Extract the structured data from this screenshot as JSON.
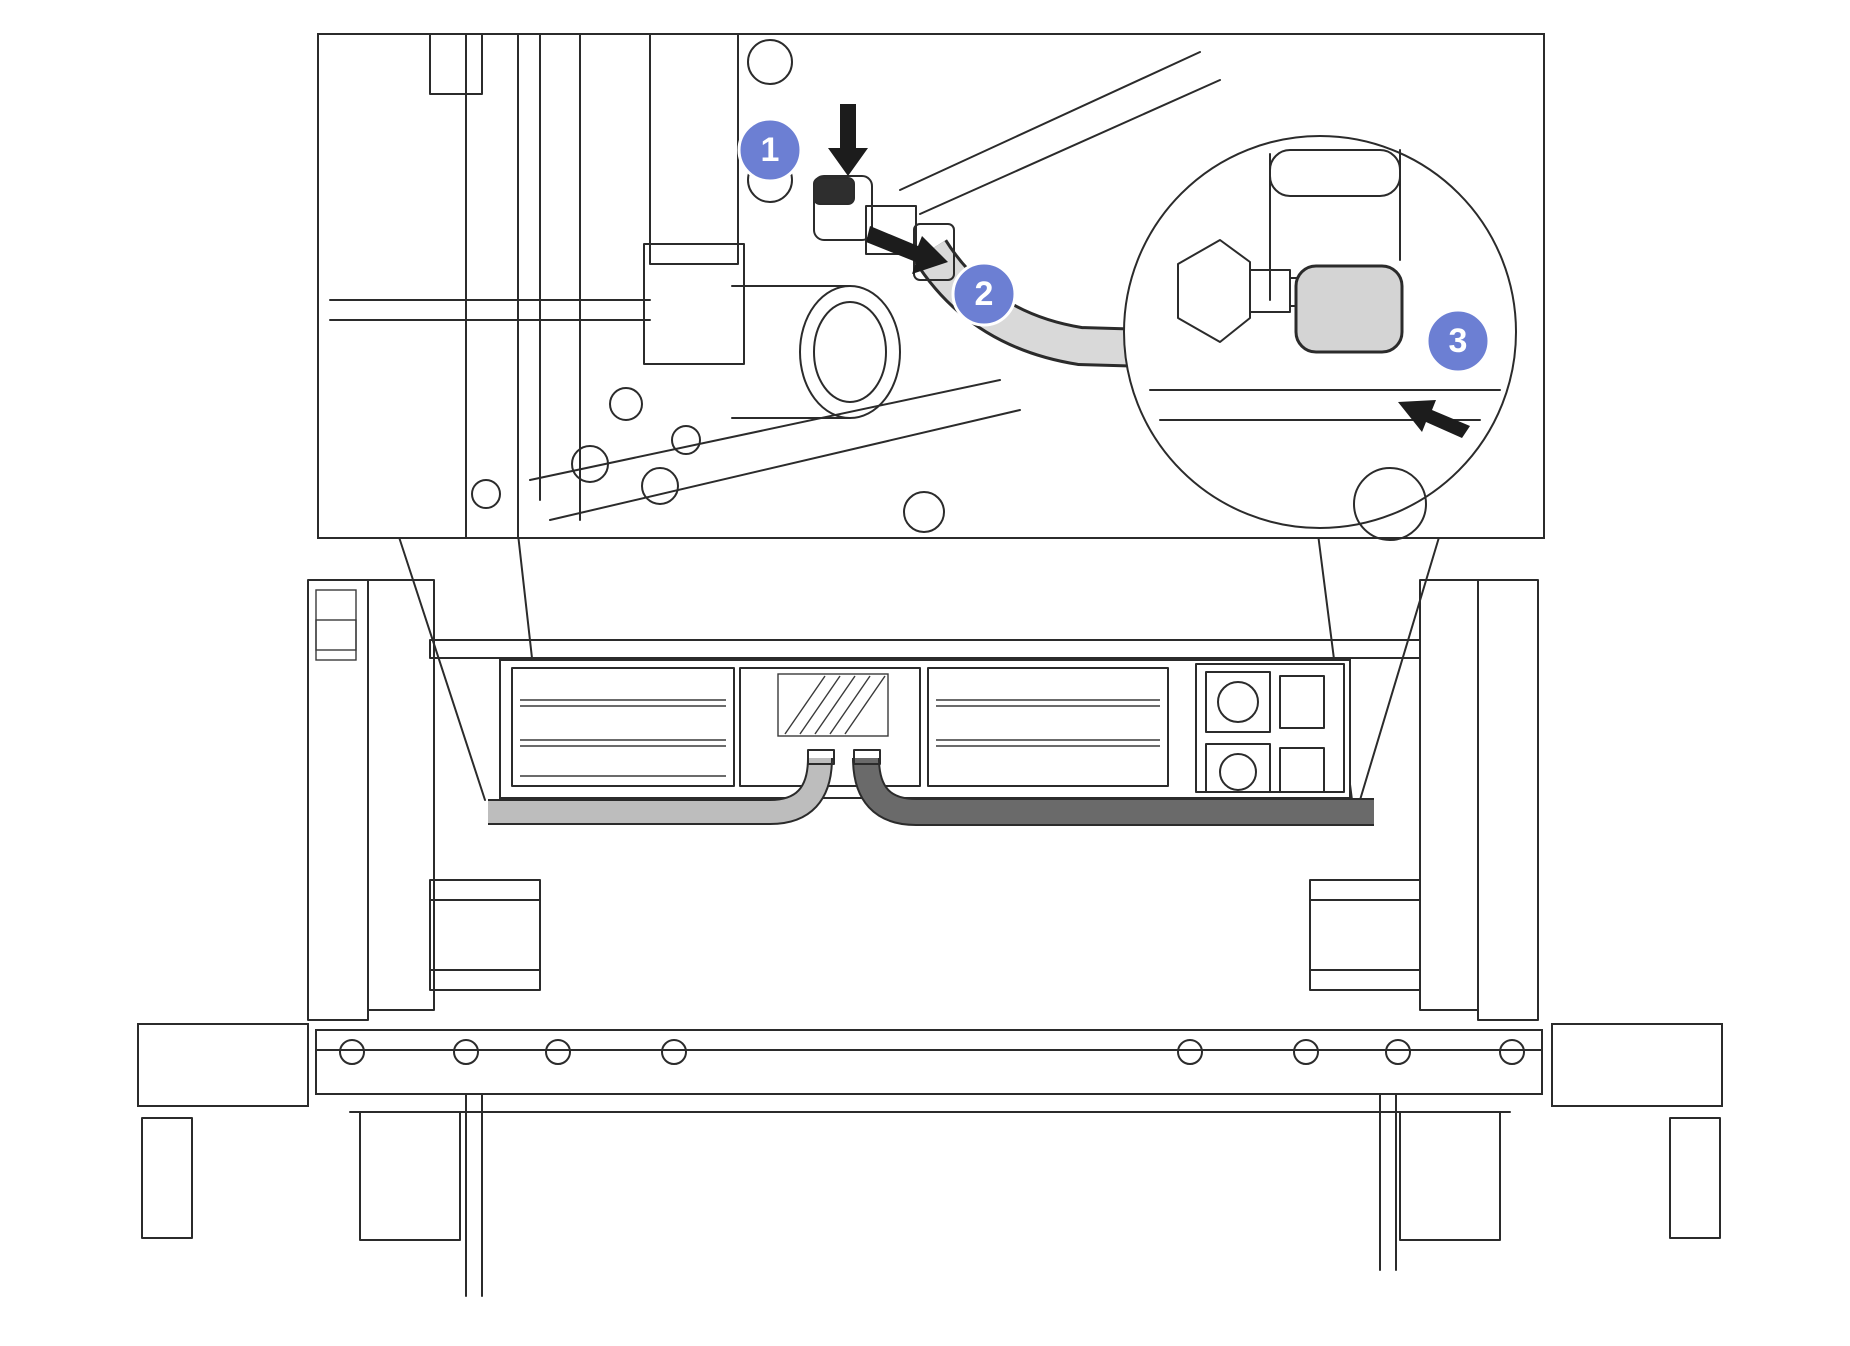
{
  "callouts": [
    {
      "label": "1"
    },
    {
      "label": "2"
    },
    {
      "label": "3"
    }
  ],
  "colors": {
    "callout": "#6c7fd3",
    "line": "#2b2b2b",
    "hose_light": "#bdbdbd",
    "hose_dark": "#6a6a6a",
    "cap": "#d4d4d4"
  }
}
